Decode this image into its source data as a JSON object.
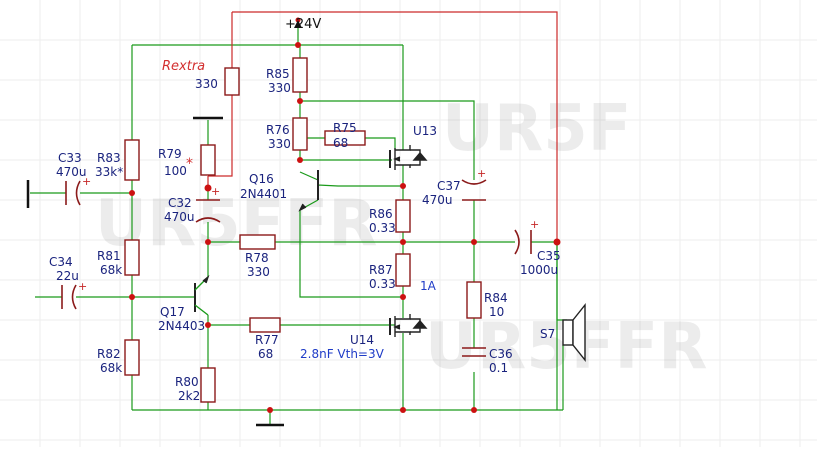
{
  "supply_label": "+24V",
  "rextra": {
    "name": "Rextra",
    "value": "330",
    "color": "#d32f2f"
  },
  "watermarks": [
    "UR5F",
    "UR5FFR",
    "UR5FFR"
  ],
  "components": {
    "R85": {
      "name": "R85",
      "value": "330"
    },
    "R76": {
      "name": "R76",
      "value": "330"
    },
    "R75": {
      "name": "R75",
      "value": "68"
    },
    "U13": {
      "name": "U13"
    },
    "R79": {
      "name": "R79",
      "value": "100",
      "mark": "*"
    },
    "Q16": {
      "name": "Q16",
      "value": "2N4401"
    },
    "C33": {
      "name": "C33",
      "value": "470u"
    },
    "R83": {
      "name": "R83",
      "value": "33k*"
    },
    "C32": {
      "name": "C32",
      "value": "470u"
    },
    "C37": {
      "name": "C37",
      "value": "470u"
    },
    "R86": {
      "name": "R86",
      "value": "0.33"
    },
    "R81": {
      "name": "R81",
      "value": "68k"
    },
    "C34": {
      "name": "C34",
      "value": "22u"
    },
    "R78": {
      "name": "R78",
      "value": "330"
    },
    "C35": {
      "name": "C35",
      "value": "1000u"
    },
    "R87": {
      "name": "R87",
      "value": "0.33"
    },
    "R84": {
      "name": "R84",
      "value": "10"
    },
    "Q17": {
      "name": "Q17",
      "value": "2N4403"
    },
    "R77": {
      "name": "R77",
      "value": "68"
    },
    "U14": {
      "name": "U14"
    },
    "S7": {
      "name": "S7"
    },
    "R82": {
      "name": "R82",
      "value": "68k"
    },
    "C36": {
      "name": "C36",
      "value": "0.1"
    },
    "R80": {
      "name": "R80",
      "value": "2k2"
    }
  },
  "notes": {
    "current": "1A",
    "u14_spec": "2.8nF Vth=3V"
  },
  "colors": {
    "wire_green": "#1a9a1a",
    "wire_red": "#cc2a2a",
    "component_red": "#8b1a1a",
    "junction": "#cc1111",
    "label_blue": "#1a237e",
    "note_blue": "#1f3cc7"
  }
}
